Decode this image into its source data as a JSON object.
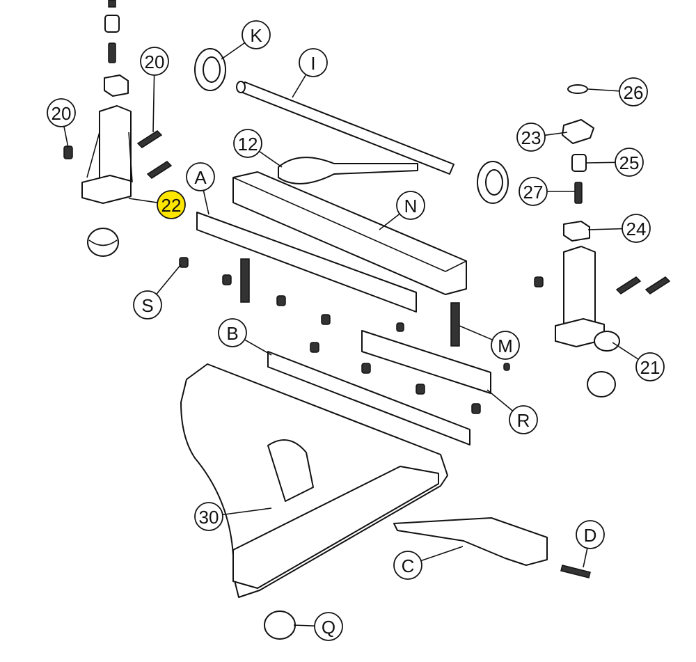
{
  "diagram": {
    "type": "exploded-parts-diagram",
    "highlight_color": "#ffe600",
    "callouts": [
      {
        "label": "K"
      },
      {
        "label": "20"
      },
      {
        "label": "I"
      },
      {
        "label": "20"
      },
      {
        "label": "26"
      },
      {
        "label": "12"
      },
      {
        "label": "23"
      },
      {
        "label": "25"
      },
      {
        "label": "A"
      },
      {
        "label": "27"
      },
      {
        "label": "N"
      },
      {
        "label": "22",
        "highlighted": true
      },
      {
        "label": "24"
      },
      {
        "label": "S"
      },
      {
        "label": "B"
      },
      {
        "label": "M"
      },
      {
        "label": "21"
      },
      {
        "label": "R"
      },
      {
        "label": "30"
      },
      {
        "label": "D"
      },
      {
        "label": "C"
      },
      {
        "label": "Q"
      }
    ]
  }
}
